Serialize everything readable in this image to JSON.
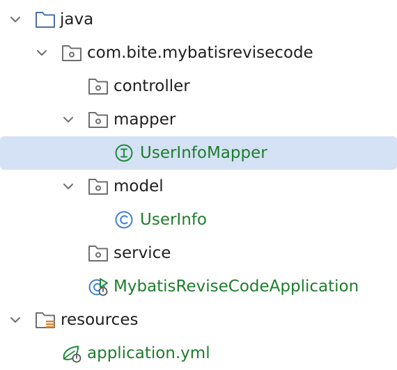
{
  "tree": {
    "nodes": [
      {
        "id": "java",
        "label": "java",
        "icon": "folder-icon",
        "expanded": true
      },
      {
        "id": "package",
        "label": "com.bite.mybatisrevisecode",
        "icon": "package-icon",
        "expanded": true
      },
      {
        "id": "controller",
        "label": "controller",
        "icon": "package-icon"
      },
      {
        "id": "mapper",
        "label": "mapper",
        "icon": "package-icon",
        "expanded": true
      },
      {
        "id": "userinfomapper",
        "label": "UserInfoMapper",
        "icon": "interface-icon",
        "selected": true
      },
      {
        "id": "model",
        "label": "model",
        "icon": "package-icon",
        "expanded": true
      },
      {
        "id": "userinfo",
        "label": "UserInfo",
        "icon": "class-icon"
      },
      {
        "id": "service",
        "label": "service",
        "icon": "package-icon"
      },
      {
        "id": "application",
        "label": "MybatisReviseCodeApplication",
        "icon": "spring-boot-class-icon"
      },
      {
        "id": "resources",
        "label": "resources",
        "icon": "resources-folder-icon",
        "expanded": true
      },
      {
        "id": "applicationyml",
        "label": "application.yml",
        "icon": "spring-config-icon"
      }
    ]
  },
  "colors": {
    "selection": "#d5e1f5",
    "modified_text": "#1e7d2c",
    "interface_icon": "#1e8a3c",
    "class_icon": "#3d7fd9",
    "folder_icon": "#4a6fa5",
    "package_icon": "#6e6e6e"
  }
}
